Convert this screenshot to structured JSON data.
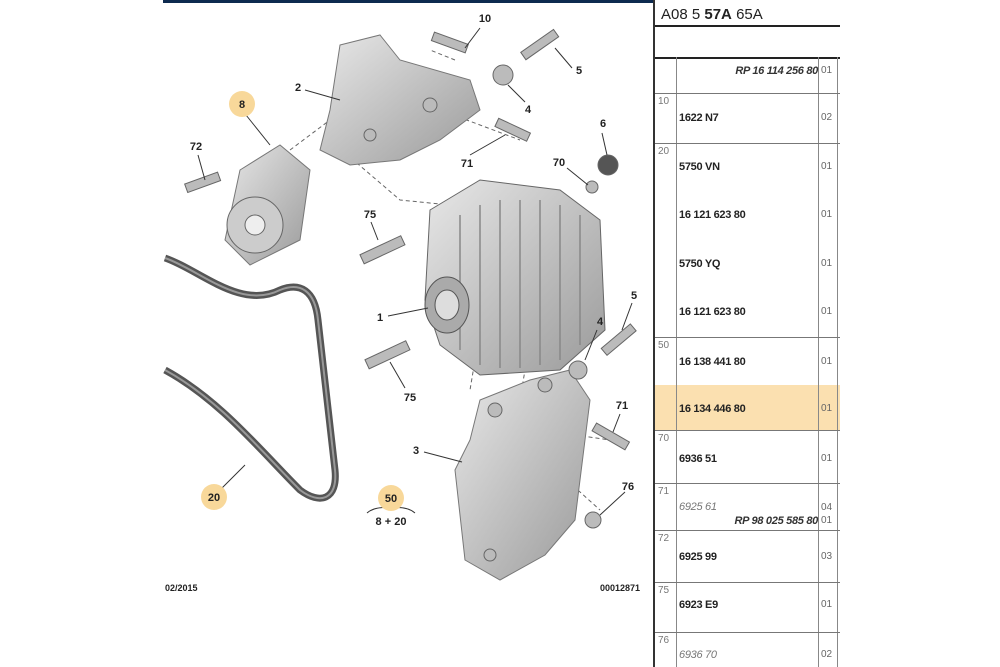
{
  "diagram": {
    "callouts": [
      "10",
      "5",
      "2",
      "4",
      "8",
      "72",
      "71",
      "6",
      "70",
      "75",
      "1",
      "5",
      "4",
      "75",
      "71",
      "3",
      "76",
      "20",
      "50"
    ],
    "kit_formula": "8 + 20",
    "date": "02/2015",
    "ref": "00012871",
    "highlight_color": "#f8d89a"
  },
  "table": {
    "header_parts": [
      "A08 5 ",
      "57A",
      " 65A"
    ],
    "rows": [
      {
        "num": "",
        "part": "",
        "rp": "RP 16 114 256 80",
        "qty": "",
        "rp_qty": "01"
      },
      {
        "num": "10",
        "part": "1622 N7",
        "qty": "02"
      },
      {
        "num": "20",
        "part": "5750 VN",
        "qty": "01"
      },
      {
        "num": "",
        "part": "16 121 623 80",
        "qty": "01"
      },
      {
        "num": "",
        "part": "5750 YQ",
        "qty": "01"
      },
      {
        "num": "",
        "part": "16 121 623 80",
        "qty": "01"
      },
      {
        "num": "50",
        "part": "16 138 441 80",
        "qty": "01"
      },
      {
        "num": "",
        "part": "16 134 446 80",
        "qty": "01",
        "highlighted": true
      },
      {
        "num": "70",
        "part": "6936 51",
        "qty": "01"
      },
      {
        "num": "71",
        "part": "6925 61",
        "qty": "04",
        "rp": "RP 98 025 585 80",
        "rp_qty": "01"
      },
      {
        "num": "72",
        "part": "6925 99",
        "qty": "03"
      },
      {
        "num": "75",
        "part": "6923 E9",
        "qty": "01"
      },
      {
        "num": "76",
        "part": "6936 70",
        "qty": "02"
      }
    ]
  }
}
